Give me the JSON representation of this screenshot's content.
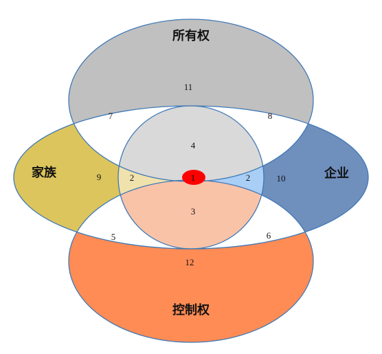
{
  "diagram": {
    "labels": {
      "ownership": "所有权",
      "family": "家族",
      "enterprise": "企业",
      "control": "控制权"
    },
    "regions": {
      "r1": "1",
      "r2_left": "2",
      "r2_right": "2",
      "r3": "3",
      "r4": "4",
      "r5": "5",
      "r6": "6",
      "r7": "7",
      "r8": "8",
      "r9": "9",
      "r10": "10",
      "r11": "11",
      "r12": "12"
    },
    "colors": {
      "ownership": "#c0c0c0",
      "family": "#dcc55c",
      "enterprise": "#6f8fbd",
      "control": "#ff8c55",
      "ownership_center": "#d9d9d9",
      "control_center": "#f9c3a8",
      "family_center": "#f0e2ad",
      "enterprise_center": "#a9cff6",
      "core": "#ff0000"
    }
  }
}
